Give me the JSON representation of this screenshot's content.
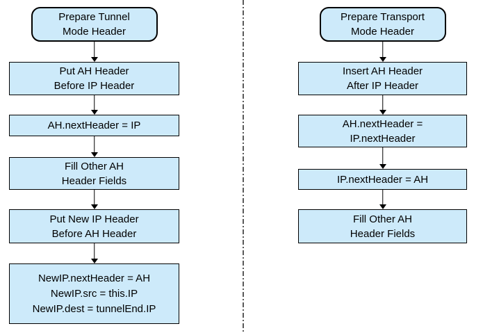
{
  "colors": {
    "node_fill": "#cdeafa",
    "node_border": "#000000",
    "divider_line": "#595959",
    "arrow": "#000000"
  },
  "tunnel_flow": {
    "nodes": [
      {
        "shape": "rounded",
        "lines": [
          "Prepare Tunnel",
          "Mode Header"
        ]
      },
      {
        "shape": "rect",
        "lines": [
          "Put AH Header",
          "Before IP Header"
        ]
      },
      {
        "shape": "rect",
        "lines": [
          "AH.nextHeader = IP"
        ]
      },
      {
        "shape": "rect",
        "lines": [
          "Fill Other AH",
          "Header Fields"
        ]
      },
      {
        "shape": "rect",
        "lines": [
          "Put New IP Header",
          "Before AH Header"
        ]
      },
      {
        "shape": "rect",
        "lines": [
          "NewIP.nextHeader = AH",
          "NewIP.src = this.IP",
          "NewIP.dest = tunnelEnd.IP"
        ]
      }
    ]
  },
  "transport_flow": {
    "nodes": [
      {
        "shape": "rounded",
        "lines": [
          "Prepare Transport",
          "Mode Header"
        ]
      },
      {
        "shape": "rect",
        "lines": [
          "Insert AH Header",
          "After IP Header"
        ]
      },
      {
        "shape": "rect",
        "lines": [
          "AH.nextHeader =",
          "IP.nextHeader"
        ]
      },
      {
        "shape": "rect",
        "lines": [
          "IP.nextHeader = AH"
        ]
      },
      {
        "shape": "rect",
        "lines": [
          "Fill Other AH",
          "Header Fields"
        ]
      }
    ]
  }
}
